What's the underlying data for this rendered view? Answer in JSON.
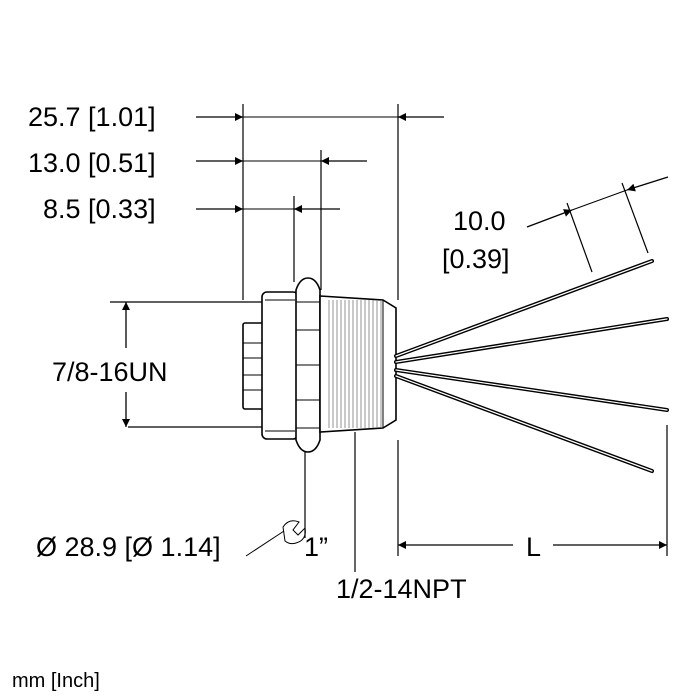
{
  "drawing": {
    "dim_overall": "25.7 [1.01]",
    "dim_mid": "13.0 [0.51]",
    "dim_short": "8.5 [0.33]",
    "dim_strip_value": "10.0",
    "dim_strip_inch": "[0.39]",
    "thread_label": "7/8-16UN",
    "diameter_label": "Ø 28.9 [Ø 1.14]",
    "wrench_label": "1”",
    "npt_label": "1/2-14NPT",
    "length_label": "L",
    "units_label": "mm [Inch]"
  }
}
